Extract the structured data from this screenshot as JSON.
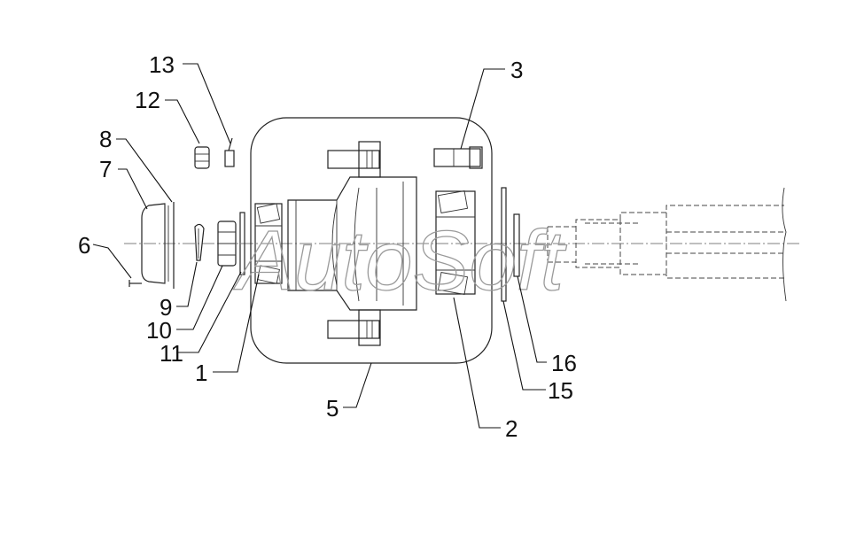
{
  "diagram": {
    "watermark": "AutoSoft",
    "callouts": [
      {
        "id": "c1",
        "label": "1"
      },
      {
        "id": "c2",
        "label": "2"
      },
      {
        "id": "c3",
        "label": "3"
      },
      {
        "id": "c5",
        "label": "5"
      },
      {
        "id": "c6",
        "label": "6"
      },
      {
        "id": "c7",
        "label": "7"
      },
      {
        "id": "c8",
        "label": "8"
      },
      {
        "id": "c9",
        "label": "9"
      },
      {
        "id": "c10",
        "label": "10"
      },
      {
        "id": "c11",
        "label": "11"
      },
      {
        "id": "c12",
        "label": "12"
      },
      {
        "id": "c13",
        "label": "13"
      },
      {
        "id": "c15",
        "label": "15"
      },
      {
        "id": "c16",
        "label": "16"
      }
    ]
  }
}
